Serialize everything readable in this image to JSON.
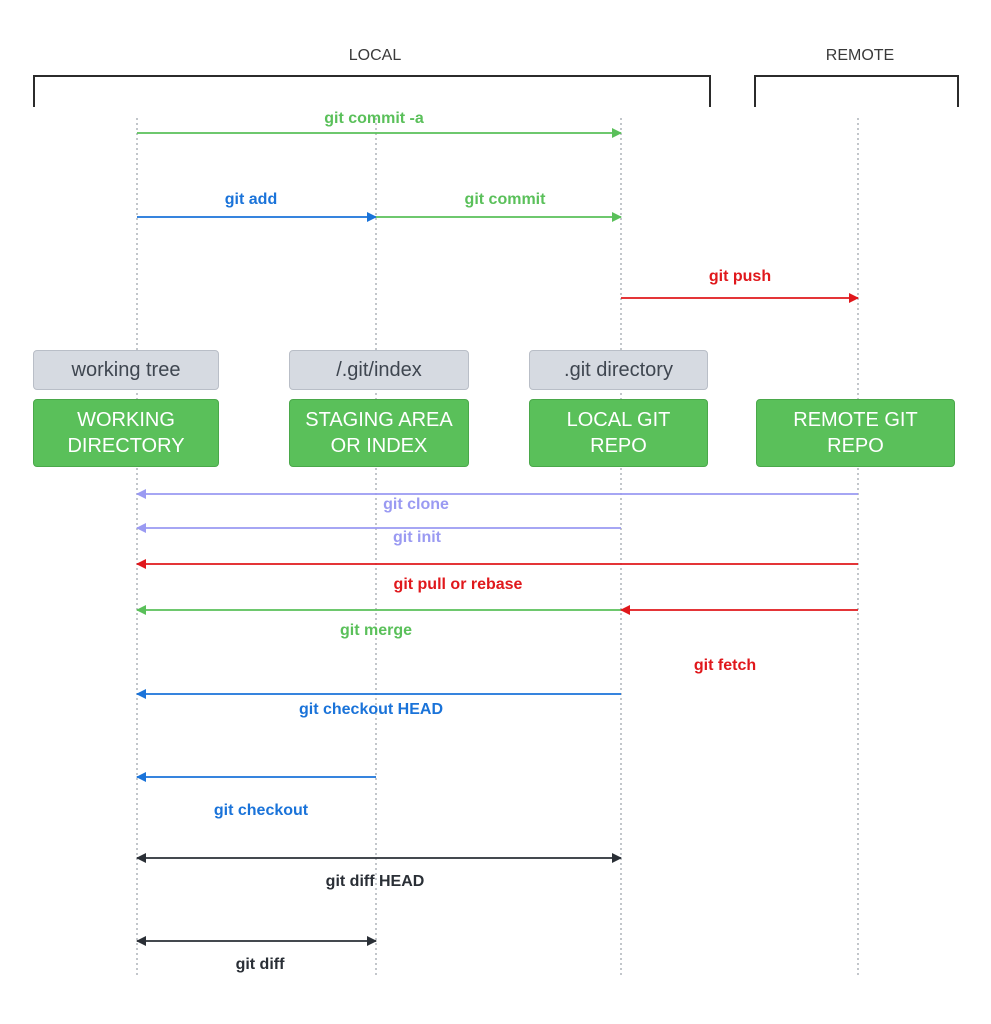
{
  "sections": {
    "local": "LOCAL",
    "remote": "REMOTE"
  },
  "locations": [
    {
      "id": "working",
      "label": "working tree",
      "title": "WORKING\nDIRECTORY"
    },
    {
      "id": "staging",
      "label": "/.git/index",
      "title": "STAGING AREA\nOR INDEX"
    },
    {
      "id": "local",
      "label": ".git directory",
      "title": "LOCAL GIT\nREPO"
    },
    {
      "id": "remote",
      "label": "",
      "title": "REMOTE GIT\nREPO"
    }
  ],
  "commands": {
    "commit_a": "git commit -a",
    "add": "git add",
    "commit": "git commit",
    "push": "git push",
    "clone": "git clone",
    "init": "git init",
    "pull": "git pull or rebase",
    "merge": "git merge",
    "fetch": "git fetch",
    "checkout_head": "git checkout HEAD",
    "checkout": "git checkout",
    "diff_head": "git diff HEAD",
    "diff": "git diff"
  },
  "colors": {
    "green": "#5ac05a",
    "blue": "#1a73d9",
    "red": "#e0181c",
    "lavender": "#9a9af2",
    "black": "#2a2f36",
    "grey_box": "#d6dae1"
  }
}
